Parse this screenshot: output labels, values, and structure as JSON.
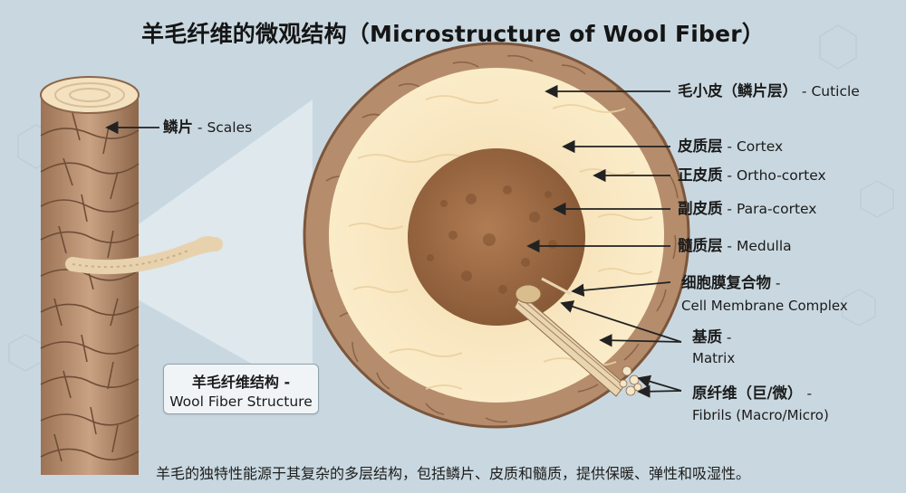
{
  "title": "羊毛纤维的微观结构（Microstructure of Wool Fiber）",
  "labels": {
    "scales": {
      "zh": "鳞片",
      "en": " - Scales"
    },
    "cuticle": {
      "zh": "毛小皮（鳞片层）",
      "en": " - Cuticle"
    },
    "cortex": {
      "zh": "皮质层",
      "en": " - Cortex"
    },
    "ortho": {
      "zh": "正皮质",
      "en": " - Ortho-cortex"
    },
    "para": {
      "zh": "副皮质",
      "en": " - Para-cortex"
    },
    "medulla": {
      "zh": "髓质层",
      "en": " - Medulla"
    },
    "cmc": {
      "zh": "细胞膜复合物",
      "en": " -",
      "sub": "Cell Membrane Complex"
    },
    "matrix": {
      "zh": "基质",
      "en": " -",
      "sub": "Matrix"
    },
    "fibrils": {
      "zh": "原纤维（巨/微）",
      "en": " -",
      "sub": "Fibrils (Macro/Micro)"
    }
  },
  "structure_box": {
    "zh": "羊毛纤维结构 -",
    "en": "Wool Fiber Structure"
  },
  "caption": "羊毛的独特性能源于其复杂的多层结构，包括鳞片、皮质和髓质，提供保暖、弹性和吸湿性。",
  "colors": {
    "background": "#c9d8e0",
    "scale_brown": "#b58d6c",
    "cortex_cream": "#f6e2ba",
    "medulla_brown": "#9c6b46",
    "arrow": "#222222"
  }
}
